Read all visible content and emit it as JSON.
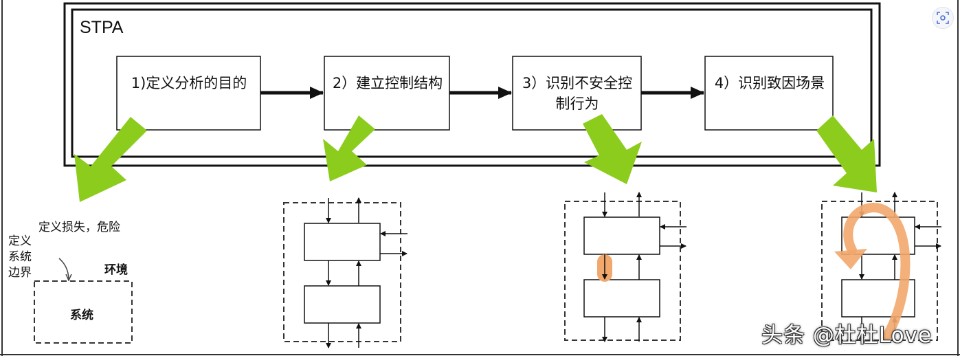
{
  "frame": {
    "title": "STPA"
  },
  "steps": [
    {
      "label": "1)定义分析的目的"
    },
    {
      "label": "2）建立控制结构"
    },
    {
      "label": "3）识别不安全控制行为"
    },
    {
      "label": "4）识别致因场景"
    }
  ],
  "step1_detail": {
    "loss_label": "定义损失，危险",
    "boundary_label": "定义\n系统\n边界",
    "environment_label": "环境",
    "system_label": "系统"
  },
  "watermark": "头条 @杜杜Love",
  "icons": {
    "lens": "image-search-icon"
  },
  "colors": {
    "green_arrow": "#8ccc1c",
    "orange_loop": "#f2a76c",
    "line": "#111111",
    "dash": "#555555"
  }
}
